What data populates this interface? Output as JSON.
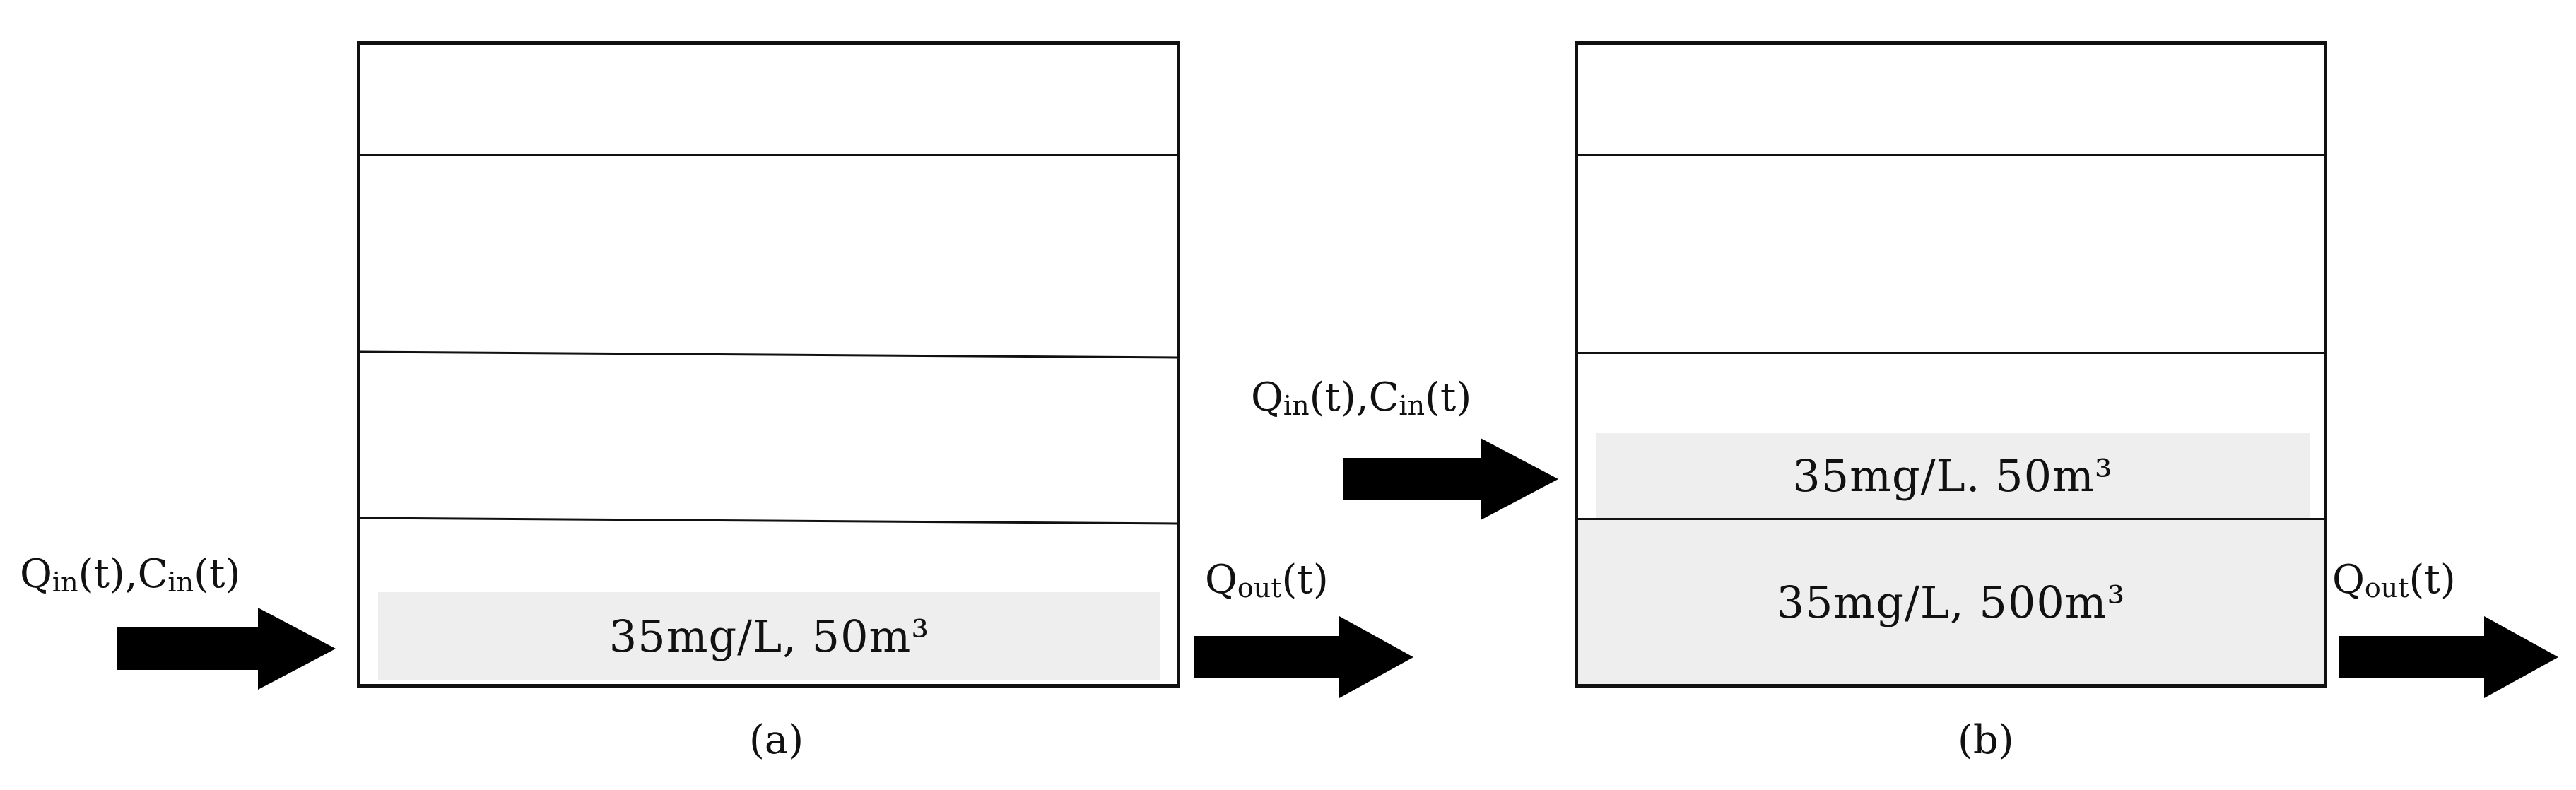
{
  "a": {
    "caption": "(a)",
    "inflow": {
      "q": "Q",
      "q_sub": "in",
      "t1": "(t),",
      "c": "C",
      "c_sub": "in",
      "t2": "(t)"
    },
    "outflow": {
      "q": "Q",
      "q_sub": "out",
      "t": "(t)"
    },
    "fill_label": "35mg/L, 50m³"
  },
  "b": {
    "caption": "(b)",
    "inflow": {
      "q": "Q",
      "q_sub": "in",
      "t1": "(t),",
      "c": "C",
      "c_sub": "in",
      "t2": "(t)"
    },
    "outflow": {
      "q": "Q",
      "q_sub": "out",
      "t": "(t)"
    },
    "upper_fill_label": "35mg/L. 50m³",
    "lower_fill_label": "35mg/L, 500m³"
  }
}
